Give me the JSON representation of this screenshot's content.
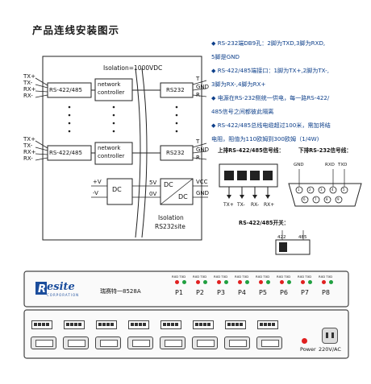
{
  "title": "产品连线安装图示",
  "notes": [
    "◆ RS-232端DB9孔：2脚为TXD,3脚为RXD,",
    "5脚是GND",
    "◆ RS-422/485端接口：1脚为TX+,2脚为TX-,",
    "3脚为RX-,4脚为RX+",
    "◆ 电源在RS-232侧统一供电，每一路RS-422/",
    "485信号之间都彼此隔离",
    "◆ RS-422/485总线电缆超过100米，需加将结",
    "电阻，阻值为110欧姆到300欧姆（1/4W)"
  ],
  "diagram": {
    "isolation_label": "Isolation=1000VDC",
    "left_pins_top": [
      "TX+",
      "TX-",
      "RX+",
      "RX-"
    ],
    "left_pins_bottom": [
      "TX+",
      "TX-",
      "RX+",
      "RX-"
    ],
    "right_pins": [
      "T",
      "GND",
      "R"
    ],
    "rs485_label": "RS-422/485",
    "network_label_1": "network",
    "network_label_2": "controller",
    "rs232_label": "RS232",
    "dc_label": "DC",
    "plus_v": "+V",
    "minus_v": "-V",
    "five_v": "5V",
    "zero_v": "0V",
    "vcc": "VCC",
    "gnd": "GND",
    "isolation_site_1": "Isolation",
    "isolation_site_2": "RS232site"
  },
  "connectors": {
    "rs485_title": "上排RS-422/485信号线：",
    "rs232_title": "下排RS-232信号线：",
    "rs485_pins": [
      "TX+",
      "TX-",
      "RX-",
      "RX+"
    ],
    "rs232_pins": [
      "GND",
      "RXD",
      "TXD"
    ],
    "db9_numbers": [
      "1",
      "2",
      "3",
      "4",
      "5",
      "6",
      "7",
      "8",
      "9"
    ],
    "switch_title": "RS-422/485开关：",
    "switch_labels": [
      "422",
      "485"
    ]
  },
  "device": {
    "brand": "esite",
    "brand_sub": "CORPORATION",
    "model": "瑞赛特一8528A",
    "led_labels": "RXD TXD",
    "ports": [
      "P1",
      "P2",
      "P3",
      "P4",
      "P5",
      "P6",
      "P7",
      "P8"
    ],
    "power_label": "Power",
    "power_spec": "220V/AC"
  },
  "colors": {
    "title": "#1a1a1a",
    "notes": "#0d3f8a",
    "led_red": "#e02020",
    "led_green": "#20a040",
    "brand_blue": "#1b4d9c"
  }
}
